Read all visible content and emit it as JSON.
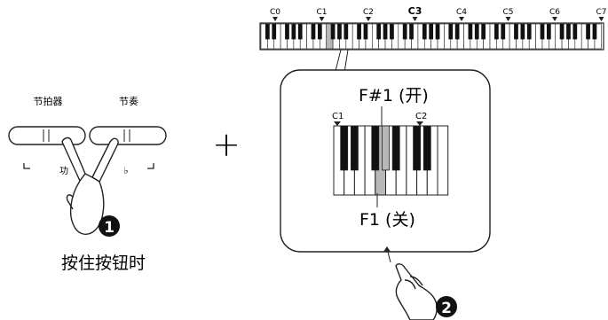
{
  "buttons": {
    "left_label": "节拍器",
    "right_label": "节奏",
    "left_sub_symbol": "功",
    "right_sub_symbol": "♭"
  },
  "step1": {
    "number": "1",
    "caption": "按住按钮时"
  },
  "plus_sign": "+",
  "keyboard": {
    "octave_labels": [
      "C0",
      "C1",
      "C2",
      "C3",
      "C4",
      "C5",
      "C6",
      "C7"
    ],
    "highlight_label": "C3"
  },
  "zoom": {
    "c1_label": "C1",
    "c2_label": "C2",
    "top_note": "F#1 (开)",
    "bottom_note": "F1 (关)"
  },
  "step2": {
    "number": "2"
  },
  "colors": {
    "highlight_key": "#b8b8b8",
    "outline": "#222222"
  }
}
